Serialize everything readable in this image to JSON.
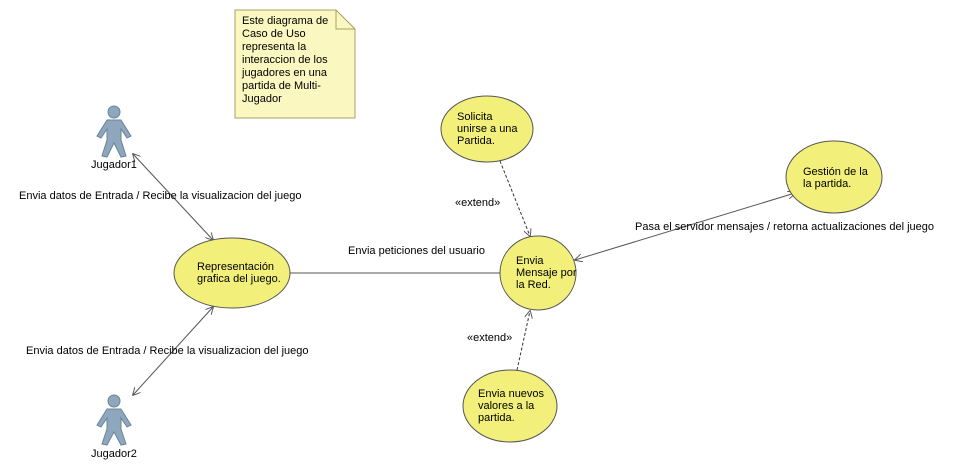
{
  "note": {
    "text": "Este diagrama de\nCaso de Uso\nrepresenta la\ninteraccion de los\njugadores en una\npartida de Multi-\nJugador"
  },
  "actors": {
    "jugador1": "Jugador1",
    "jugador2": "Jugador2"
  },
  "use_cases": {
    "representacion": "Representación\ngrafica del juego.",
    "solicita": "Solicita\nunirse a una\nPartida.",
    "envia_mensaje": "Envia\nMensaje por\nla Red.",
    "envia_nuevos": "Envia nuevos\nvalores a la\npartida.",
    "gestion": "Gestión de la\nla partida."
  },
  "associations": {
    "jugador1_label": "Envia datos de Entrada / Recibe la visualizacion del juego",
    "jugador2_label": "Envia datos de Entrada / Recibe la visualizacion del juego",
    "peticiones_label": "Envia peticiones del usuario",
    "servidor_label": "Pasa el servidor mensajes / retorna actualizaciones del juego",
    "extend_top": "«extend»",
    "extend_bottom": "«extend»"
  },
  "colors": {
    "usecase_fill": "#f2f07a",
    "note_fill": "#fbf7c0",
    "actor_fill": "#8fa7bd",
    "line": "#555555"
  }
}
